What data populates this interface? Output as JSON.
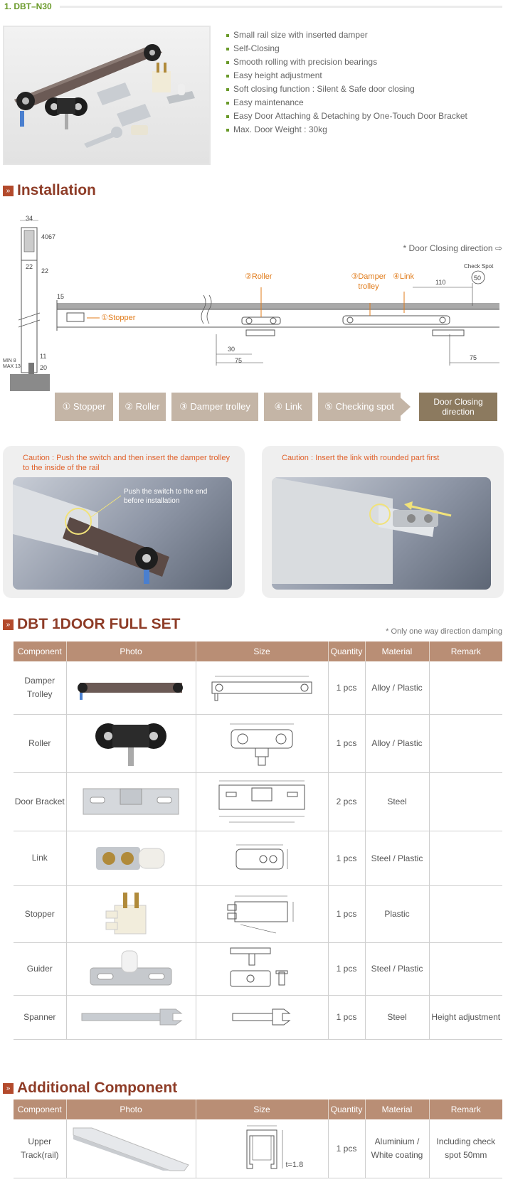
{
  "header": {
    "model": "1. DBT–N30"
  },
  "features": [
    "Small rail size with inserted damper",
    "Self-Closing",
    "Smooth rolling with precision bearings",
    "Easy height adjustment",
    "Soft closing function : Silent & Safe door closing",
    "Easy maintenance",
    "Easy Door Attaching & Detaching by One-Touch Door Bracket",
    "Max. Door Weight : 30kg"
  ],
  "installation": {
    "title": "Installation",
    "closing_note": "* Door Closing direction ⇨",
    "labels": {
      "stopper": "①Stopper",
      "roller": "②Roller",
      "damper": "③Damper trolley",
      "link": "④Link",
      "check_spot": "Check Spot"
    },
    "dims": {
      "d34": "34",
      "d40": "40",
      "d67": "67",
      "d22a": "22",
      "d22b": "22",
      "d15": "15",
      "d11": "11",
      "d20": "20",
      "minmax": "MIN 8\nMAX 13",
      "d110": "110",
      "d50": "50",
      "d30": "30",
      "d75a": "75",
      "d75b": "75"
    },
    "steps": [
      "① Stopper",
      "② Roller",
      "③ Damper trolley",
      "④ Link",
      "⑤ Checking spot"
    ],
    "final_step": "Door Closing direction"
  },
  "cautions": [
    {
      "text": "Caution :  Push the switch and then insert the damper trolley to the inside of the rail",
      "note": "Push the switch to the end before installation"
    },
    {
      "text": "Caution :  Insert the link with rounded part first",
      "note": ""
    }
  ],
  "full_set": {
    "title": "DBT 1DOOR FULL SET",
    "note": "* Only one way direction damping",
    "columns": [
      "Component",
      "Photo",
      "Size",
      "Quantity",
      "Material",
      "Remark"
    ],
    "rows": [
      {
        "component": "Damper Trolley",
        "quantity": "1 pcs",
        "material": "Alloy / Plastic",
        "remark": ""
      },
      {
        "component": "Roller",
        "quantity": "1 pcs",
        "material": "Alloy / Plastic",
        "remark": ""
      },
      {
        "component": "Door Bracket",
        "quantity": "2 pcs",
        "material": "Steel",
        "remark": ""
      },
      {
        "component": "Link",
        "quantity": "1 pcs",
        "material": "Steel / Plastic",
        "remark": ""
      },
      {
        "component": "Stopper",
        "quantity": "1 pcs",
        "material": "Plastic",
        "remark": ""
      },
      {
        "component": "Guider",
        "quantity": "1 pcs",
        "material": "Steel / Plastic",
        "remark": ""
      },
      {
        "component": "Spanner",
        "quantity": "1 pcs",
        "material": "Steel",
        "remark": "Height adjustment"
      }
    ]
  },
  "additional": {
    "title": "Additional Component",
    "columns": [
      "Component",
      "Photo",
      "Size",
      "Quantity",
      "Material",
      "Remark"
    ],
    "rows": [
      {
        "component": "Upper Track(rail)",
        "quantity": "1 pcs",
        "material": "Aluminium / White coating",
        "remark": "Including check spot 50mm",
        "size_note": "t=1.8"
      }
    ]
  },
  "colors": {
    "accent_green": "#6a9a2a",
    "heading_brown": "#8e3c27",
    "table_header": "#b98e75",
    "label_orange": "#e07b1a",
    "step_bg": "#c4b5a6",
    "step_final_bg": "#8c7a5f",
    "caution_text": "#e0622c"
  }
}
